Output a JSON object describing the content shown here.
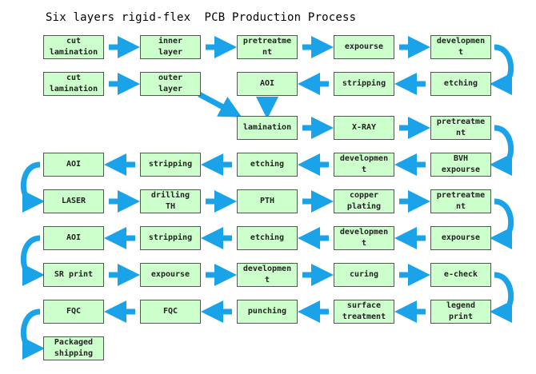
{
  "title": "Six layers rigid-flex  PCB Production Process",
  "arrow_color": "#1aa3e8",
  "box_fill": "#ccffcc",
  "steps": {
    "cut_lamination_1": "cut\nlamination",
    "inner_layer": "inner\nlayer",
    "pretreatment_1": "pretreatme\nnt",
    "expourse_1": "expourse",
    "development_1": "developmen\nt",
    "cut_lamination_2": "cut\nlamination",
    "outer_layer": "outer\nlayer",
    "aoi_1": "AOI",
    "stripping_1": "stripping",
    "etching_1": "etching",
    "lamination": "lamination",
    "xray": "X-RAY",
    "pretreatment_2": "pretreatme\nnt",
    "aoi_2": "AOI",
    "stripping_2": "stripping",
    "etching_2": "etching",
    "development_2": "developmen\nt",
    "bvh_expourse": "BVH\nexpourse",
    "laser": "LASER",
    "drilling_th": "drilling\nTH",
    "pth": "PTH",
    "copper_plating": "copper\nplating",
    "pretreatment_3": "pretreatme\nnt",
    "aoi_3": "AOI",
    "stripping_3": "stripping",
    "etching_3": "etching",
    "development_3": "developmen\nt",
    "expourse_2": "expourse",
    "sr_print": "SR print",
    "expourse_3": "expourse",
    "development_4": "developmen\nt",
    "curing": "curing",
    "e_check": "e-check",
    "fqc_1": "FQC",
    "fqc_2": "FQC",
    "punching": "punching",
    "surface_treatment": "surface\ntreatment",
    "legend_print": "legend\nprint",
    "packaged_shipping": "Packaged\nshipping"
  }
}
